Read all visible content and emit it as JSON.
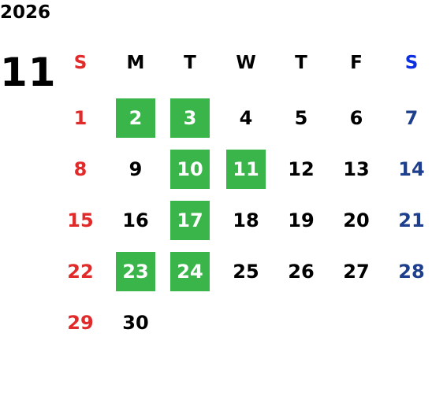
{
  "calendar": {
    "year": "2026",
    "month": "11",
    "weekdays": [
      "S",
      "M",
      "T",
      "W",
      "T",
      "F",
      "S"
    ],
    "weeks": [
      [
        "1",
        "2",
        "3",
        "4",
        "5",
        "6",
        "7"
      ],
      [
        "8",
        "9",
        "10",
        "11",
        "12",
        "13",
        "14"
      ],
      [
        "15",
        "16",
        "17",
        "18",
        "19",
        "20",
        "21"
      ],
      [
        "22",
        "23",
        "24",
        "25",
        "26",
        "27",
        "28"
      ],
      [
        "29",
        "30",
        "",
        "",
        "",
        "",
        ""
      ]
    ],
    "highlighted_days": [
      "2",
      "3",
      "10",
      "11",
      "17",
      "23",
      "24"
    ],
    "colors": {
      "sunday": "#e12a2a",
      "saturday_header": "#0a2ee0",
      "saturday": "#1e3f8e",
      "highlight_bg": "#39b54a",
      "highlight_text": "#ffffff",
      "default_text": "#000000"
    }
  }
}
